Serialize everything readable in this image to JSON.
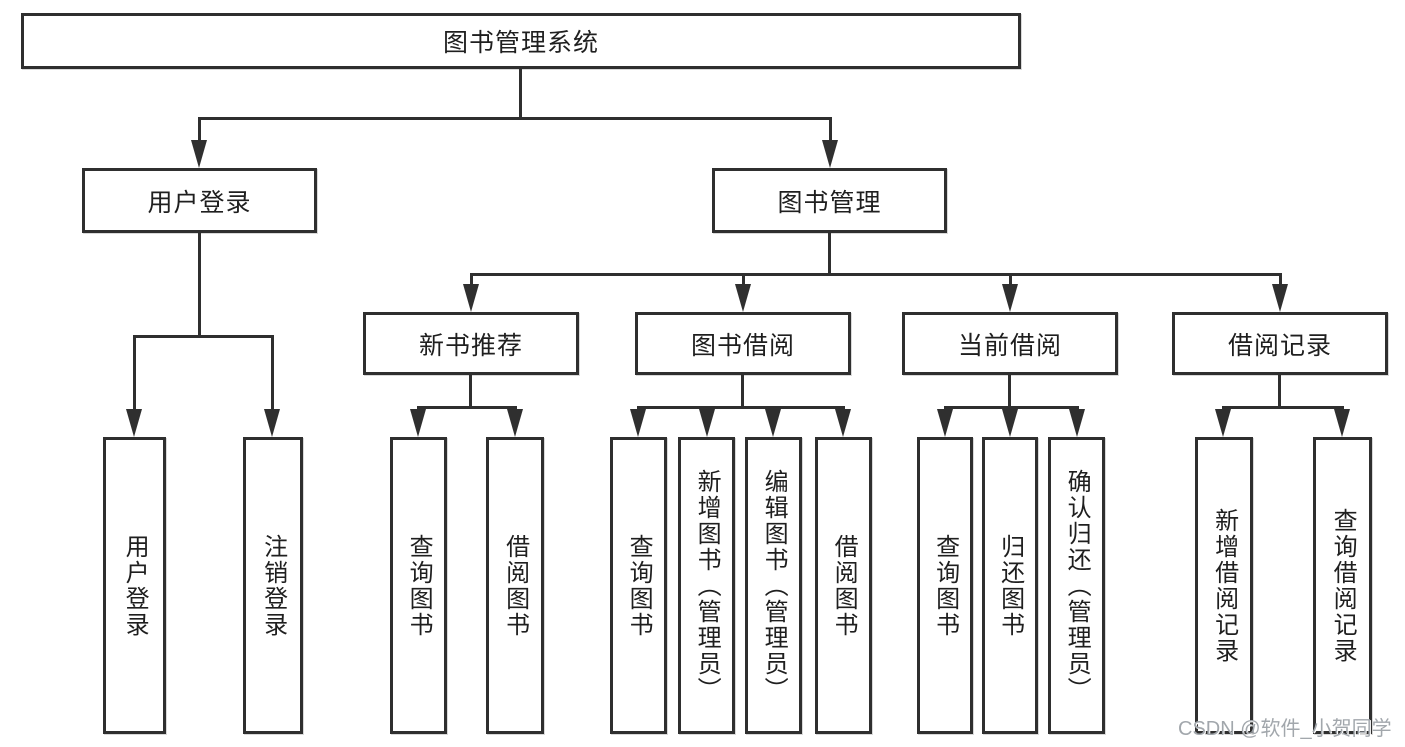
{
  "diagram": {
    "root": {
      "label": "图书管理系统",
      "children": [
        {
          "label": "用户登录",
          "children": [
            {
              "label": "用户登录"
            },
            {
              "label": "注销登录"
            }
          ]
        },
        {
          "label": "图书管理",
          "children": [
            {
              "label": "新书推荐",
              "children": [
                {
                  "label": "查询图书"
                },
                {
                  "label": "借阅图书"
                }
              ]
            },
            {
              "label": "图书借阅",
              "children": [
                {
                  "label": "查询图书"
                },
                {
                  "label": "新增图书（管理员）"
                },
                {
                  "label": "编辑图书（管理员）"
                },
                {
                  "label": "借阅图书"
                }
              ]
            },
            {
              "label": "当前借阅",
              "children": [
                {
                  "label": "查询图书"
                },
                {
                  "label": "归还图书"
                },
                {
                  "label": "确认归还（管理员）"
                }
              ]
            },
            {
              "label": "借阅记录",
              "children": [
                {
                  "label": "新增借阅记录"
                },
                {
                  "label": "查询借阅记录"
                }
              ]
            }
          ]
        }
      ]
    }
  },
  "watermark": {
    "text": "CSDN @软件_小贺同学"
  },
  "colors": {
    "line": "#2f2f2f",
    "text": "#1f1f1f",
    "watermark": "#a2a7ac",
    "background": "#ffffff"
  }
}
